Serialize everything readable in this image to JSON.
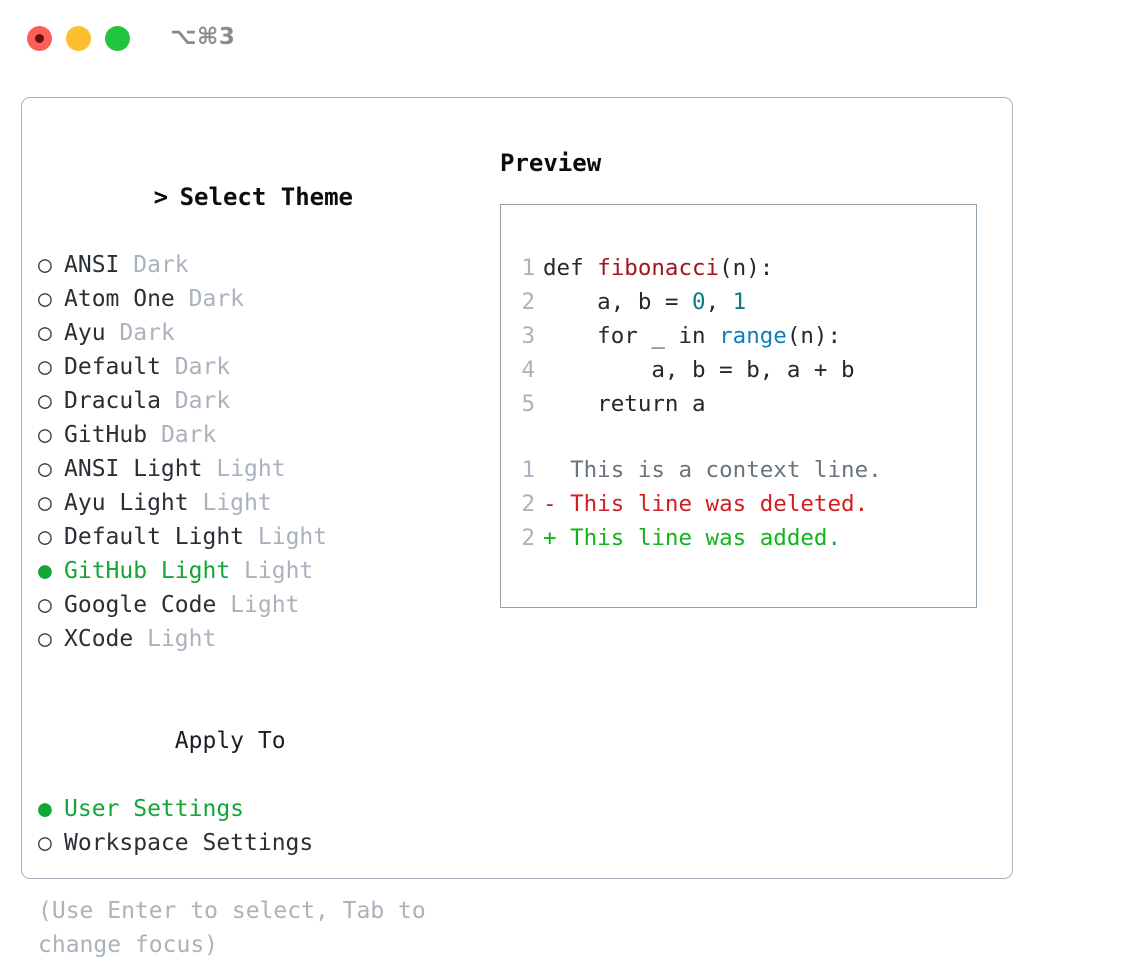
{
  "titlebar": {
    "title": "⌥⌘3",
    "buttons": [
      {
        "name": "close",
        "color": "#fb5f57"
      },
      {
        "name": "minimize",
        "color": "#fdbe2f"
      },
      {
        "name": "zoom",
        "color": "#22c53e"
      }
    ]
  },
  "theme_list": {
    "header_marker": ">",
    "header_label": "Select Theme",
    "marker_selected": "●",
    "marker_unselected": "○",
    "accent_color": "#13a538",
    "items": [
      {
        "name": "ANSI",
        "variant": "Dark",
        "selected": false
      },
      {
        "name": "Atom One",
        "variant": "Dark",
        "selected": false
      },
      {
        "name": "Ayu",
        "variant": "Dark",
        "selected": false
      },
      {
        "name": "Default",
        "variant": "Dark",
        "selected": false
      },
      {
        "name": "Dracula",
        "variant": "Dark",
        "selected": false
      },
      {
        "name": "GitHub",
        "variant": "Dark",
        "selected": false
      },
      {
        "name": "ANSI Light",
        "variant": "Light",
        "selected": false
      },
      {
        "name": "Ayu Light",
        "variant": "Light",
        "selected": false
      },
      {
        "name": "Default Light",
        "variant": "Light",
        "selected": false
      },
      {
        "name": "GitHub Light",
        "variant": "Light",
        "selected": true
      },
      {
        "name": "Google Code",
        "variant": "Light",
        "selected": false
      },
      {
        "name": "XCode",
        "variant": "Light",
        "selected": false
      }
    ]
  },
  "apply_to": {
    "header_label": "Apply To",
    "items": [
      {
        "label": "User Settings",
        "selected": true
      },
      {
        "label": "Workspace Settings",
        "selected": false
      }
    ]
  },
  "hint": "(Use Enter to select, Tab to change focus)",
  "preview": {
    "title": "Preview",
    "code_lines": [
      {
        "no": "1",
        "tokens": [
          {
            "t": "def ",
            "c": "plain"
          },
          {
            "t": "fibonacci",
            "c": "fn"
          },
          {
            "t": "(n):",
            "c": "plain"
          }
        ]
      },
      {
        "no": "2",
        "tokens": [
          {
            "t": "    a, b = ",
            "c": "plain"
          },
          {
            "t": "0",
            "c": "num"
          },
          {
            "t": ", ",
            "c": "plain"
          },
          {
            "t": "1",
            "c": "num"
          }
        ]
      },
      {
        "no": "3",
        "tokens": [
          {
            "t": "    for _ in ",
            "c": "plain"
          },
          {
            "t": "range",
            "c": "call"
          },
          {
            "t": "(n):",
            "c": "plain"
          }
        ]
      },
      {
        "no": "4",
        "tokens": [
          {
            "t": "        a, b = b, a + b",
            "c": "plain"
          }
        ]
      },
      {
        "no": "5",
        "tokens": [
          {
            "t": "    return a",
            "c": "plain"
          }
        ]
      }
    ],
    "diff_lines": [
      {
        "no": "1",
        "sign": " ",
        "text": "This is a context line.",
        "kind": "ctx"
      },
      {
        "no": "2",
        "sign": "-",
        "text": "This line was deleted.",
        "kind": "del"
      },
      {
        "no": "2",
        "sign": "+",
        "text": "This line was added.",
        "kind": "add"
      }
    ]
  }
}
